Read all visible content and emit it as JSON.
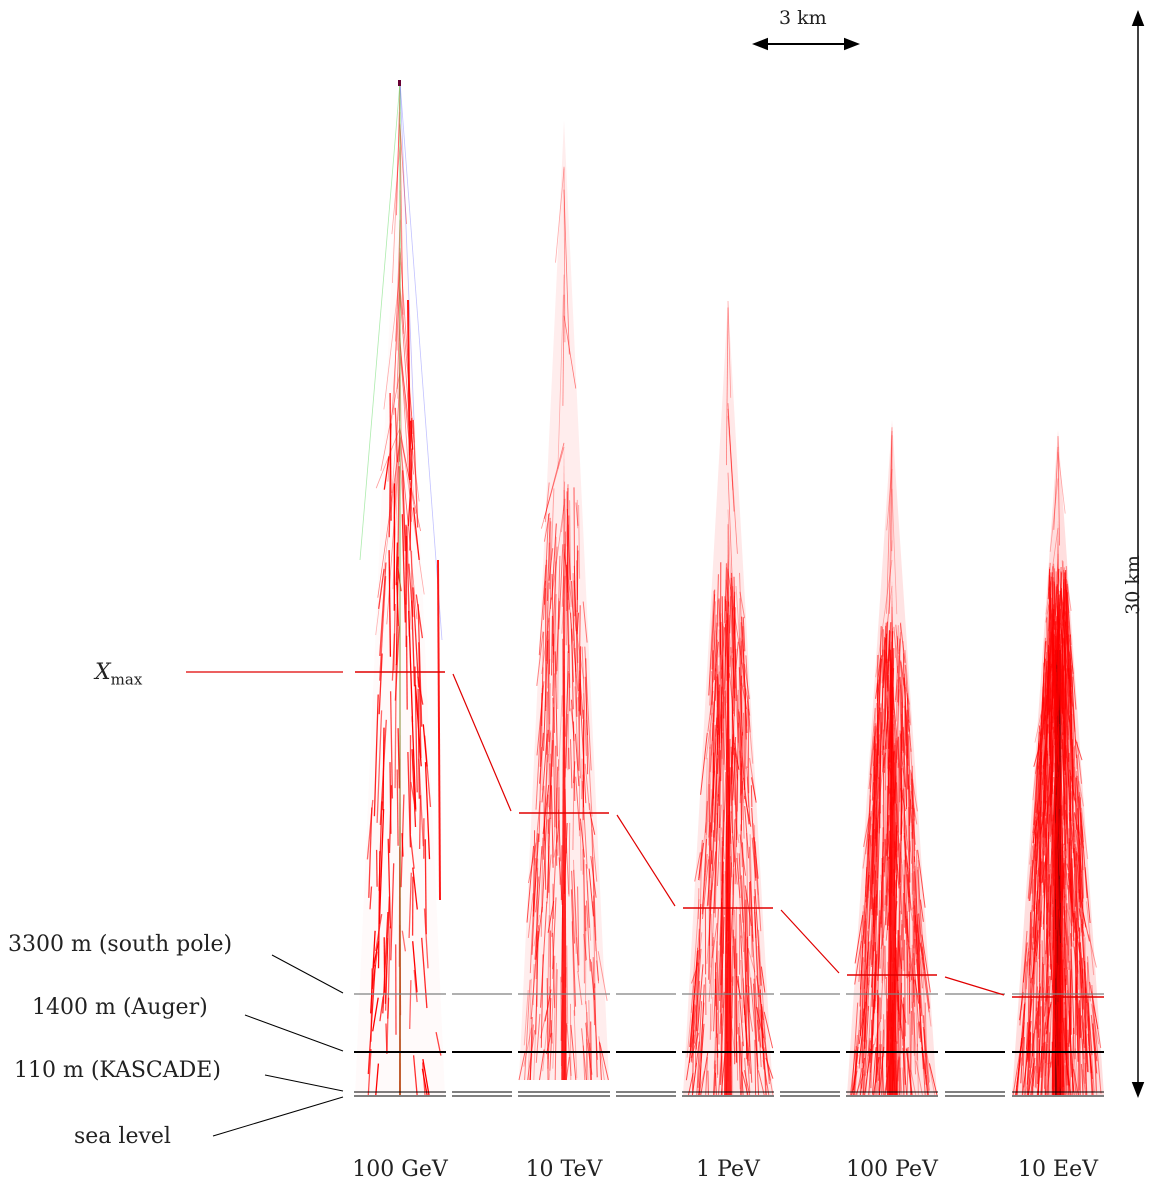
{
  "scale": {
    "horizontal_label": "3 km",
    "vertical_label": "30 km"
  },
  "xmax": {
    "symbol": "X",
    "subscript": "max"
  },
  "levels": {
    "south_pole": "3300 m (south pole)",
    "auger": "1400 m (Auger)",
    "kascade": "110 m (KASCADE)",
    "sea_level": "sea level"
  },
  "energies": [
    "100 GeV",
    "10 TeV",
    "1 PeV",
    "100 PeV",
    "10 EeV"
  ],
  "colors": {
    "shower": "#ff0000",
    "xmax_line": "#e00000",
    "level_line": "#000000",
    "grey_line": "#808080",
    "muon": "#33cc33",
    "hadron": "#6666ff"
  }
}
